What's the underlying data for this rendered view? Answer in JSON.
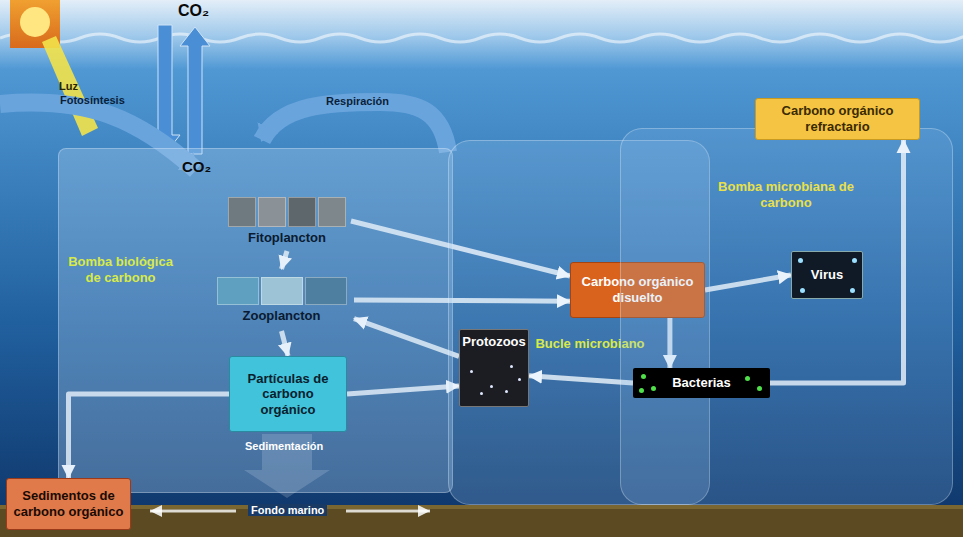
{
  "diagram": {
    "nodes": [
      {
        "text": [
          "Bomba biológica de carbono"
        ]
      },
      {
        "text": [
          "Fitoplancton"
        ],
        "in": 0
      },
      {
        "text": [
          "Zooplancton"
        ],
        "in": 0
      },
      {
        "text": [
          "Partículas de carbono orgánico"
        ],
        "in": 0
      },
      {
        "text": [
          "Bucle microbiano"
        ]
      },
      {
        "text": [
          "Protozoos"
        ],
        "in": 4
      },
      {
        "text": [
          "Carbono orgánico disuelto"
        ]
      },
      {
        "text": [
          "Bomba microbiana de carbono"
        ]
      },
      {
        "text": [
          "Virus"
        ],
        "in": 7
      },
      {
        "text": [
          "Bacterias"
        ]
      },
      {
        "text": [
          "Carbono orgánico refractario"
        ]
      },
      {
        "text": [
          "Sedimentos de carbono orgánico"
        ]
      }
    ],
    "edges": [
      {
        "from": 1,
        "to": 2,
        "arrow": "to"
      },
      {
        "from": 2,
        "to": 3,
        "arrow": "to"
      },
      {
        "from": 1,
        "to": 6,
        "arrow": "to"
      },
      {
        "from": 2,
        "to": 6,
        "arrow": "to"
      },
      {
        "from": 5,
        "to": 2,
        "arrow": "to"
      },
      {
        "from": 3,
        "to": 5,
        "arrow": "to"
      },
      {
        "from": 6,
        "to": 9,
        "arrow": "to"
      },
      {
        "from": 9,
        "to": 5,
        "arrow": "to"
      },
      {
        "from": 6,
        "to": 8,
        "arrow": "to"
      },
      {
        "from": 9,
        "to": 10,
        "arrow": "to"
      },
      {
        "from": 3,
        "to": 11,
        "arrow": "to"
      }
    ],
    "labels": [
      "CO₂",
      "Luz",
      "Fotosíntesis",
      "Respiración",
      "CO₂",
      "Sedimentación",
      "Fondo marino"
    ]
  }
}
